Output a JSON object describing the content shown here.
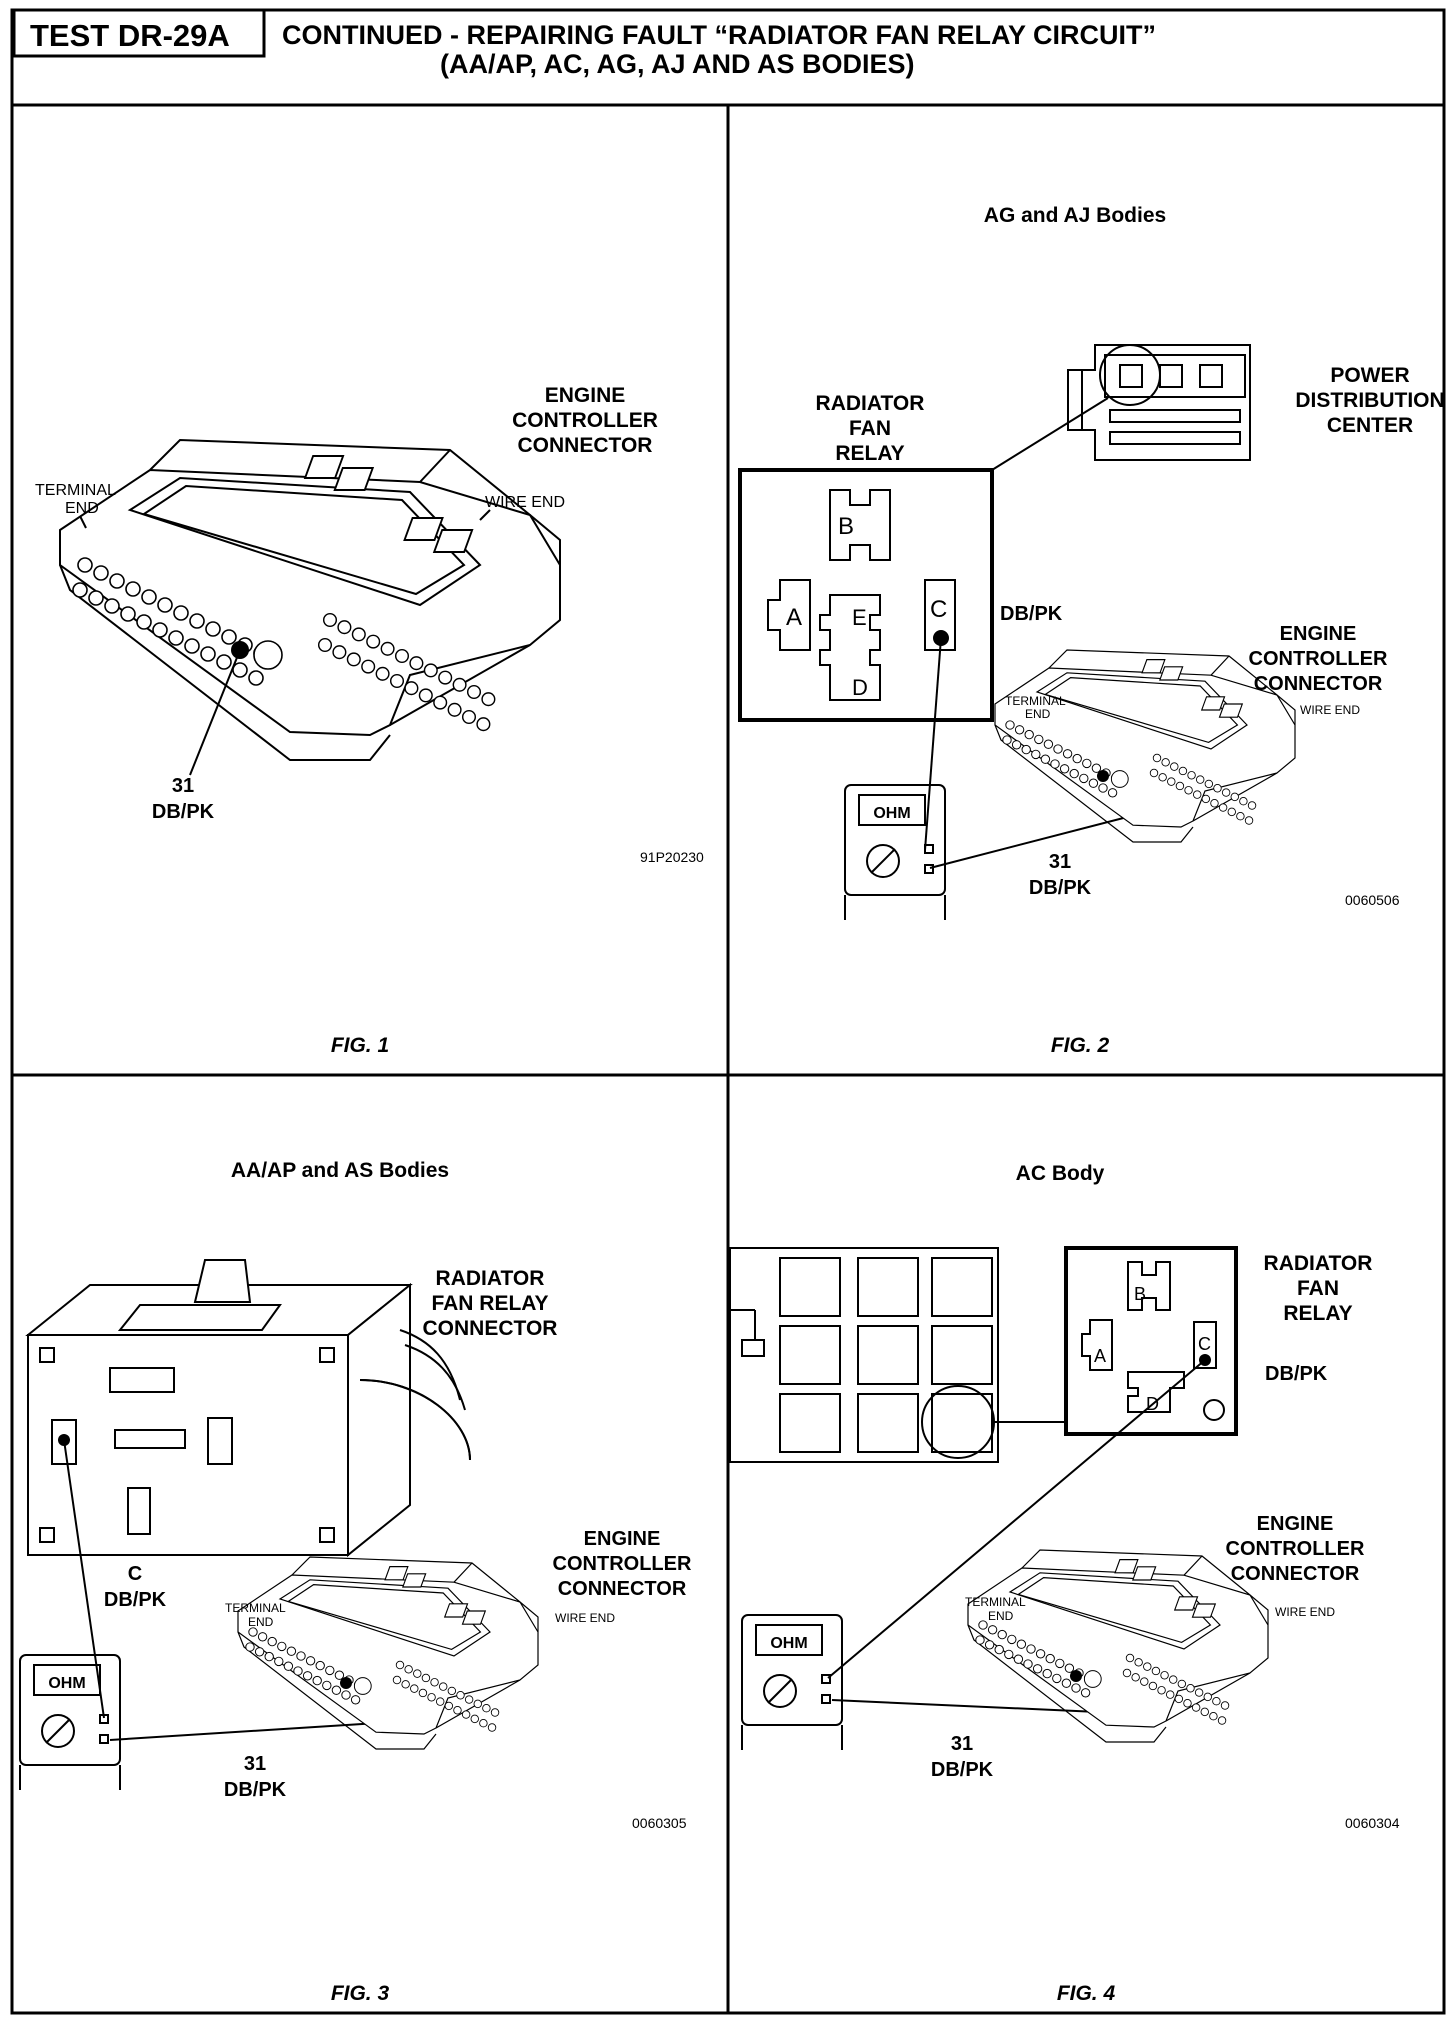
{
  "header": {
    "test_id": "TEST DR-29A",
    "title_line1": "CONTINUED -  REPAIRING FAULT “RADIATOR FAN RELAY CIRCUIT”",
    "title_line2": "(AA/AP, AC, AG, AJ AND AS BODIES)"
  },
  "fig1": {
    "caption": "FIG. 1",
    "connector_label": [
      "ENGINE",
      "CONTROLLER",
      "CONNECTOR"
    ],
    "terminal_end": [
      "TERMINAL",
      "END"
    ],
    "wire_end": "WIRE END",
    "pin_number": "31",
    "pin_color": "DB/PK",
    "drawing_id": "91P20230"
  },
  "fig2": {
    "caption": "FIG. 2",
    "title": "AG and AJ Bodies",
    "relay_label": [
      "RADIATOR",
      "FAN",
      "RELAY"
    ],
    "pdc_label": [
      "POWER",
      "DISTRIBUTION",
      "CENTER"
    ],
    "relay_terminals": [
      "A",
      "B",
      "C",
      "D",
      "E"
    ],
    "terminal_color": "DB/PK",
    "connector_label": [
      "ENGINE",
      "CONTROLLER",
      "CONNECTOR"
    ],
    "terminal_end": [
      "TERMINAL",
      "END"
    ],
    "wire_end": "WIRE END",
    "meter_display": "OHM",
    "pin_number": "31",
    "pin_color": "DB/PK",
    "drawing_id": "0060506"
  },
  "fig3": {
    "caption": "FIG. 3",
    "title": "AA/AP and AS Bodies",
    "relay_connector_label": [
      "RADIATOR",
      "FAN RELAY",
      "CONNECTOR"
    ],
    "cavity": "C",
    "cavity_color": "DB/PK",
    "connector_label": [
      "ENGINE",
      "CONTROLLER",
      "CONNECTOR"
    ],
    "terminal_end": [
      "TERMINAL",
      "END"
    ],
    "wire_end": "WIRE END",
    "meter_display": "OHM",
    "pin_number": "31",
    "pin_color": "DB/PK",
    "drawing_id": "0060305"
  },
  "fig4": {
    "caption": "FIG. 4",
    "title": "AC Body",
    "relay_label": [
      "RADIATOR",
      "FAN",
      "RELAY"
    ],
    "relay_terminals": [
      "A",
      "B",
      "C",
      "D"
    ],
    "terminal_color": "DB/PK",
    "connector_label": [
      "ENGINE",
      "CONTROLLER",
      "CONNECTOR"
    ],
    "terminal_end": [
      "TERMINAL",
      "END"
    ],
    "wire_end": "WIRE END",
    "meter_display": "OHM",
    "pin_number": "31",
    "pin_color": "DB/PK",
    "drawing_id": "0060304"
  }
}
